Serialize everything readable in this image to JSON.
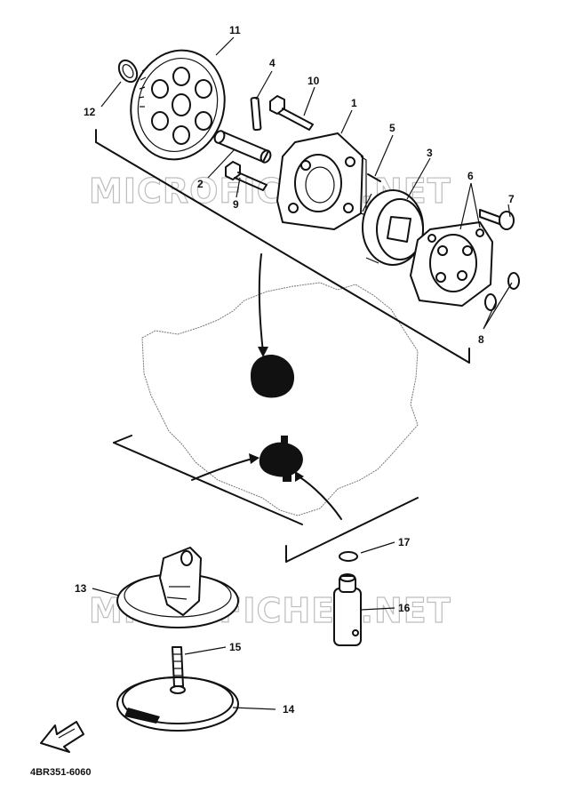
{
  "diagram_code": "4BR351-6060",
  "watermark": "MICROFICHES.NET",
  "callouts": [
    "1",
    "2",
    "3",
    "4",
    "5",
    "6",
    "7",
    "8",
    "9",
    "10",
    "11",
    "12",
    "13",
    "14",
    "15",
    "16",
    "17"
  ]
}
